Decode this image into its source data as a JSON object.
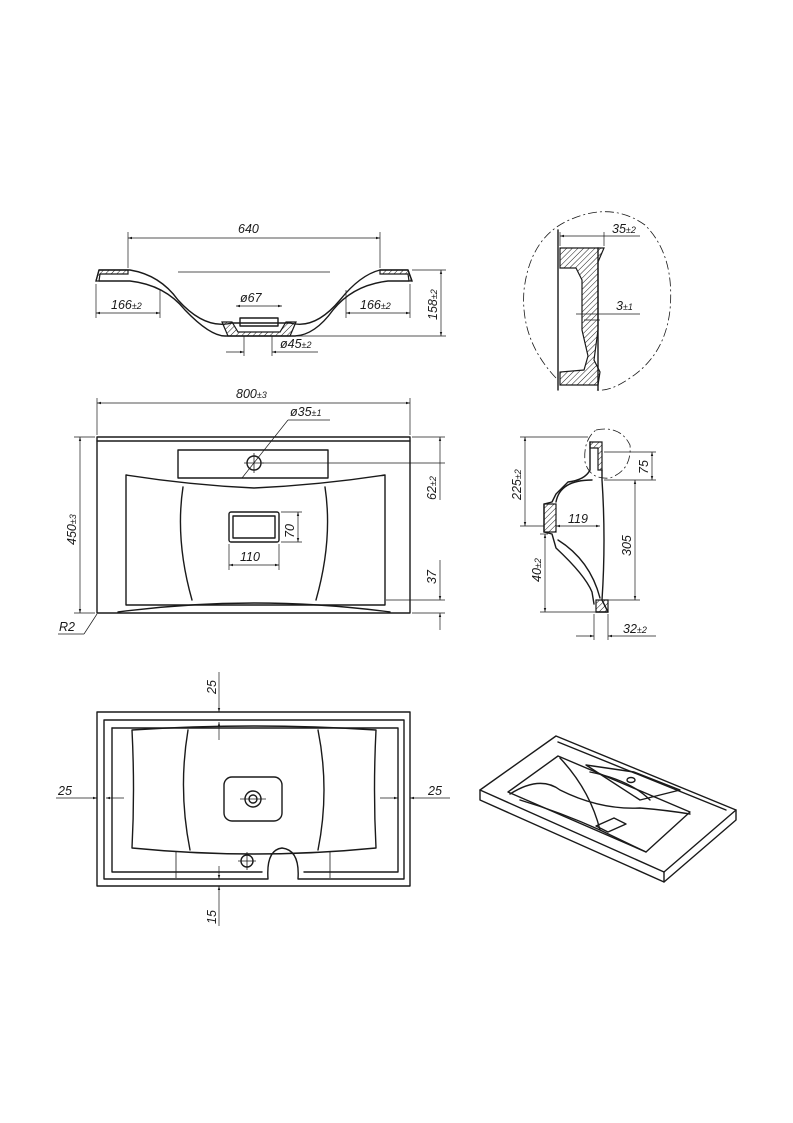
{
  "drawing": {
    "front_section": {
      "width_top": "640",
      "ledge_left": "166",
      "ledge_left_tol": "±2",
      "ledge_right": "166",
      "ledge_right_tol": "±2",
      "drain_dia": "ø67",
      "outlet_dia": "ø45",
      "outlet_tol": "±2",
      "height": "158",
      "height_tol": "±2"
    },
    "detail_rim": {
      "thickness": "35",
      "thickness_tol": "±2",
      "gap": "3",
      "gap_tol": "±1"
    },
    "plan_view": {
      "width": "800",
      "width_tol": "±3",
      "depth": "450",
      "depth_tol": "±3",
      "tap_hole": "ø35",
      "tap_hole_tol": "±1",
      "tap_offset": "62",
      "tap_offset_tol": "±2",
      "drain_w": "110",
      "drain_h": "70",
      "front_edge": "37",
      "corner_radius": "R2"
    },
    "side_section": {
      "height": "225",
      "height_tol": "±2",
      "top": "75",
      "depth": "119",
      "bowl": "305",
      "drain_h": "40",
      "drain_h_tol": "±2",
      "rim": "32",
      "rim_tol": "±2"
    },
    "underside_view": {
      "margin_top": "25",
      "margin_left": "25",
      "margin_right": "25",
      "margin_bottom": "15"
    }
  }
}
